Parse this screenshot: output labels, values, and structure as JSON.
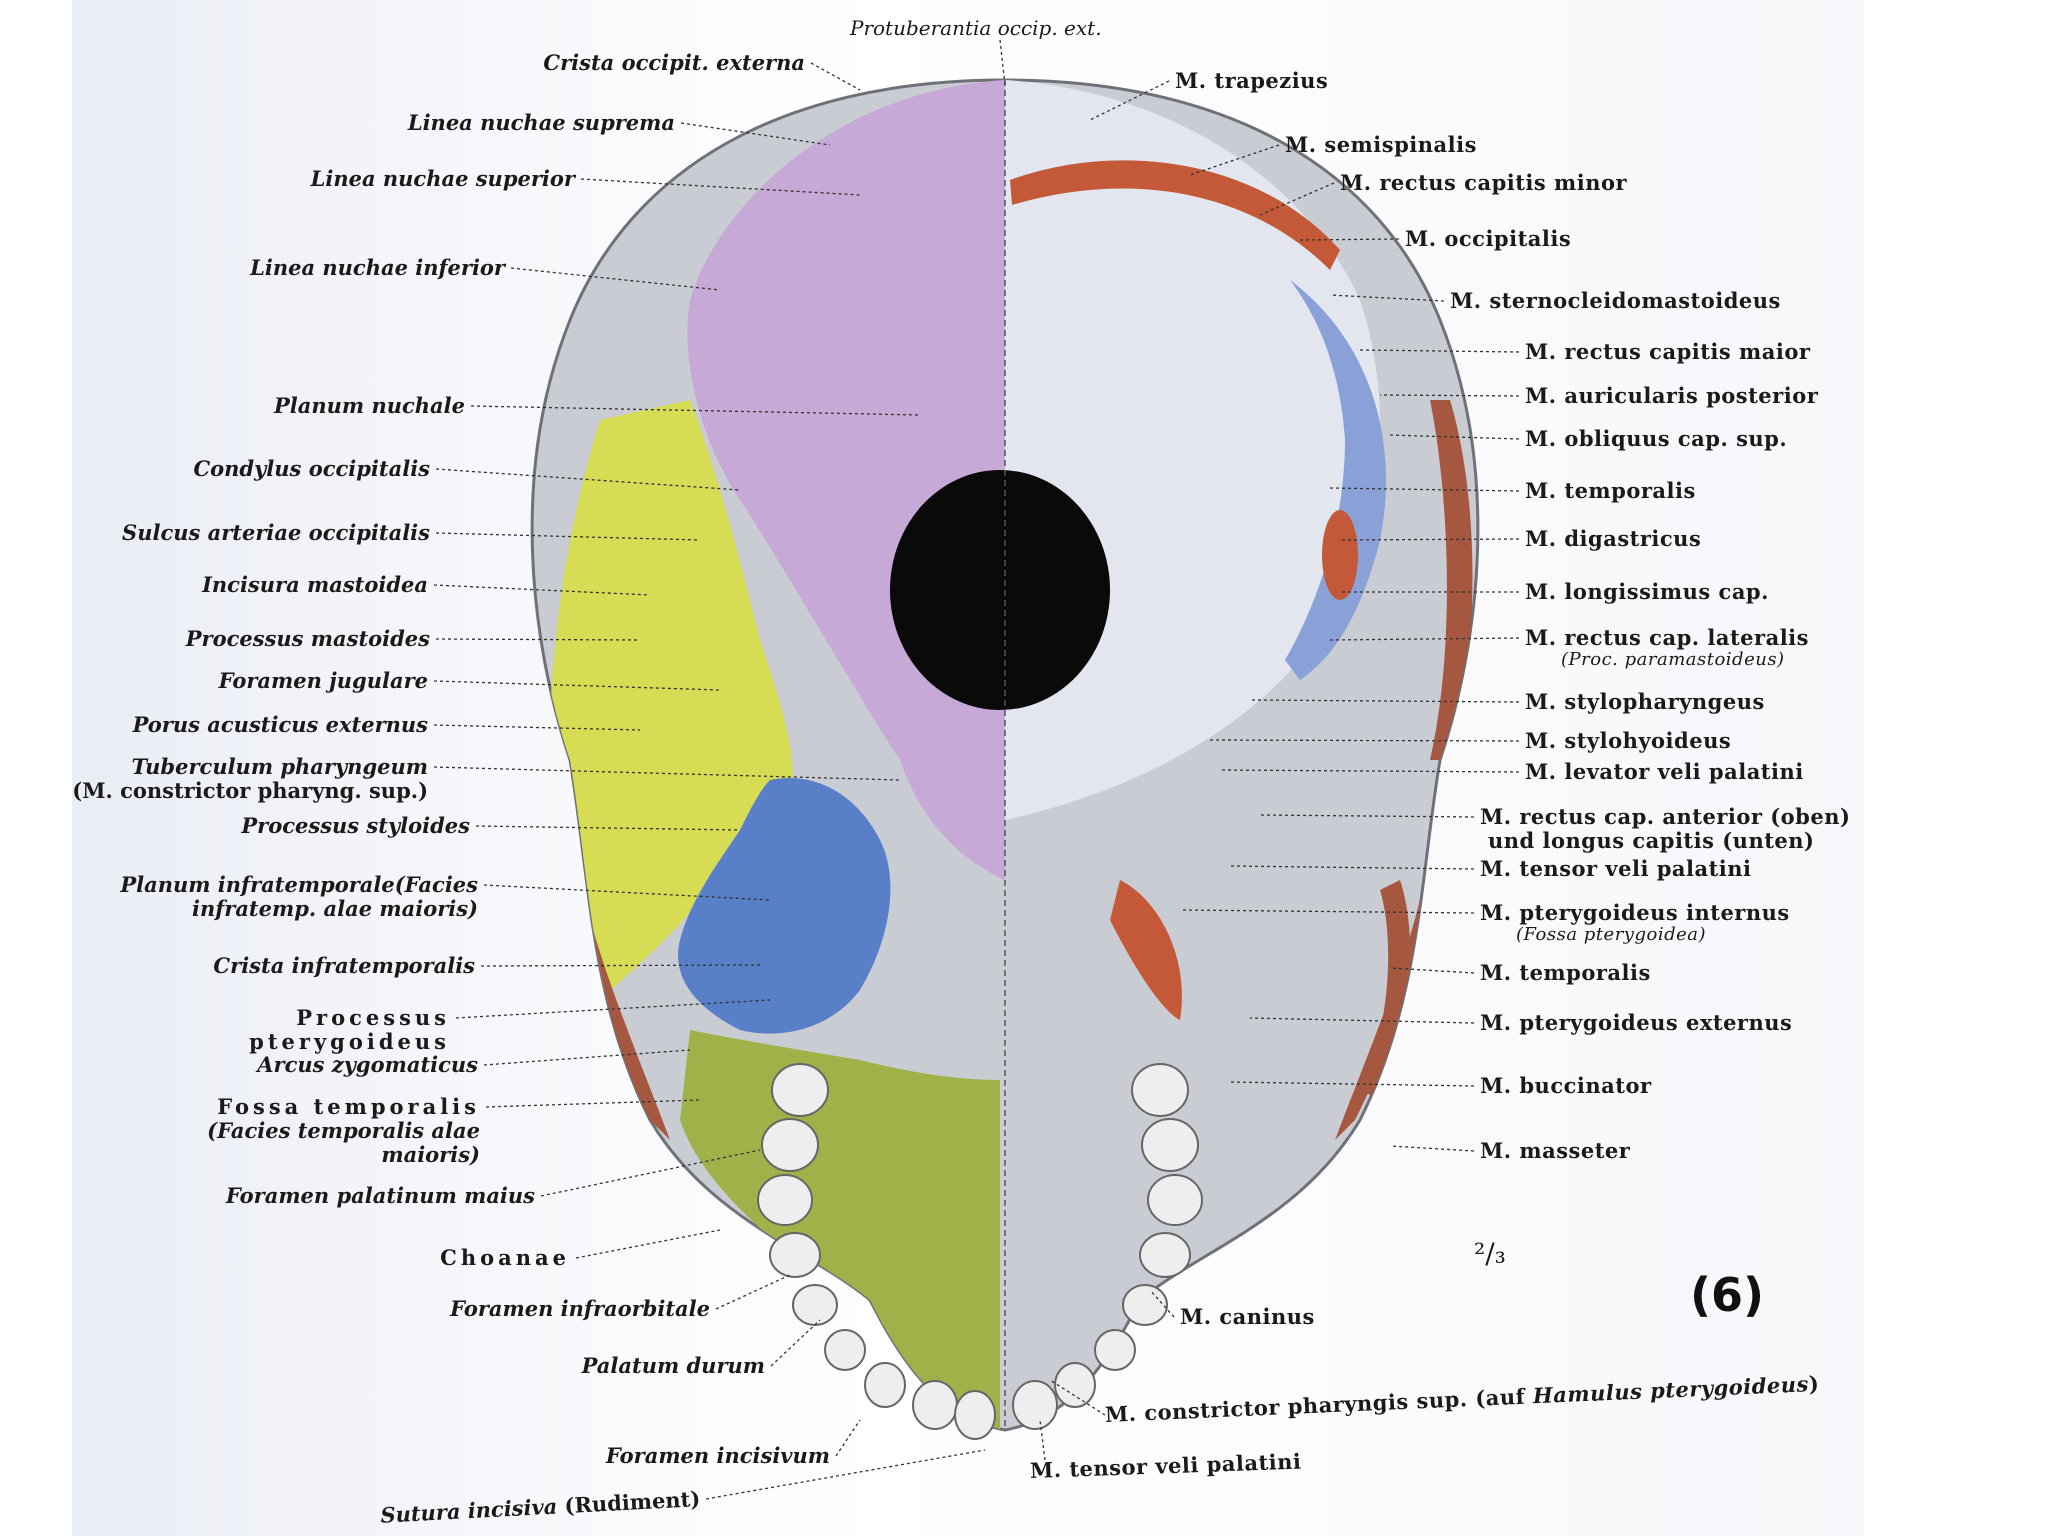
{
  "figure": {
    "top_label": "Protuberantia occip. ext.",
    "scale": "²/₃",
    "figure_number": "(6)"
  },
  "colors": {
    "occipital": "#c6a9d6",
    "temporal": "#d7dc55",
    "sphenoid": "#5a7fc9",
    "palatine": "#9fb24a",
    "zygomatic": "#a6573f",
    "muscle": "#c4593a",
    "bone_grey": "#c9cdd3"
  },
  "left_labels": [
    {
      "id": "crista-occipit-externa",
      "text": "Crista occipit. externa",
      "lines": 1
    },
    {
      "id": "linea-nuchae-suprema",
      "text": "Linea nuchae suprema",
      "lines": 1
    },
    {
      "id": "linea-nuchae-superior",
      "text": "Linea nuchae superior",
      "lines": 1
    },
    {
      "id": "linea-nuchae-inferior",
      "text": "Linea nuchae inferior",
      "lines": 1
    },
    {
      "id": "planum-nuchale",
      "text": "Planum nuchale",
      "lines": 1
    },
    {
      "id": "condylus-occipitalis",
      "text": "Condylus occipitalis",
      "lines": 1
    },
    {
      "id": "sulcus-arteriae-occipitalis",
      "text": "Sulcus arteriae occipitalis",
      "lines": 1
    },
    {
      "id": "incisura-mastoidea",
      "text": "Incisura mastoidea",
      "lines": 1
    },
    {
      "id": "processus-mastoides",
      "text": "Processus mastoides",
      "lines": 1
    },
    {
      "id": "foramen-jugulare",
      "text": "Foramen jugulare",
      "lines": 1
    },
    {
      "id": "porus-acusticus-externus",
      "text": "Porus acusticus externus",
      "lines": 1
    },
    {
      "id": "tuberculum-pharyngeum",
      "text": "Tuberculum pharyngeum",
      "text2": "(M. constrictor pharyng. sup.)"
    },
    {
      "id": "processus-styloides",
      "text": "Processus styloides",
      "lines": 1
    },
    {
      "id": "planum-infratemporale",
      "text": "Planum infratemporale(Facies",
      "text2": "infratemp. alae maioris)"
    },
    {
      "id": "crista-infratemporalis",
      "text": "Crista infratemporalis",
      "lines": 1
    },
    {
      "id": "processus-pterygoideus",
      "text": "Processus",
      "text2": "pterygoideus"
    },
    {
      "id": "arcus-zygomaticus",
      "text": "Arcus zygomaticus",
      "lines": 1
    },
    {
      "id": "fossa-temporalis",
      "text": "Fossa temporalis",
      "text2": "(Facies temporalis alae",
      "text3": "maioris)"
    },
    {
      "id": "foramen-palatinum-maius",
      "text": "Foramen palatinum maius",
      "lines": 1
    },
    {
      "id": "choanae",
      "text": "Choanae",
      "lines": 1
    },
    {
      "id": "foramen-infraorbitale",
      "text": "Foramen infraorbitale",
      "lines": 1
    },
    {
      "id": "palatum-durum",
      "text": "Palatum durum",
      "lines": 1
    },
    {
      "id": "foramen-incisivum",
      "text": "Foramen incisivum",
      "lines": 1
    },
    {
      "id": "sutura-incisiva",
      "text": "Sutura incisiva",
      "text2": " (Rudiment)"
    }
  ],
  "right_labels": [
    {
      "id": "m-trapezius",
      "text": "M. trapezius"
    },
    {
      "id": "m-semispinalis",
      "text": "M. semispinalis"
    },
    {
      "id": "m-rectus-capitis-minor",
      "text": "M. rectus capitis minor"
    },
    {
      "id": "m-occipitalis",
      "text": "M. occipitalis"
    },
    {
      "id": "m-sternocleidomastoideus",
      "text": "M. sternocleidomastoideus"
    },
    {
      "id": "m-rectus-capitis-maior",
      "text": "M. rectus capitis maior"
    },
    {
      "id": "m-auricularis-posterior",
      "text": "M. auricularis posterior"
    },
    {
      "id": "m-obliquus-cap-sup",
      "text": "M. obliquus cap. sup."
    },
    {
      "id": "m-temporalis-1",
      "text": "M. temporalis"
    },
    {
      "id": "m-digastricus",
      "text": "M. digastricus"
    },
    {
      "id": "m-longissimus-cap",
      "text": "M. longissimus cap."
    },
    {
      "id": "m-rectus-cap-lateralis",
      "text": "M. rectus cap. lateralis",
      "sub": "(Proc. paramastoideus)"
    },
    {
      "id": "m-stylopharyngeus",
      "text": "M. stylopharyngeus"
    },
    {
      "id": "m-stylohyoideus",
      "text": "M. stylohyoideus"
    },
    {
      "id": "m-levator-veli-palatini",
      "text": "M. levator veli palatini"
    },
    {
      "id": "m-rectus-cap-anterior",
      "text": "M. rectus cap. anterior (oben)",
      "text2": "und longus capitis (unten)"
    },
    {
      "id": "m-tensor-veli-palatini-1",
      "text": "M. tensor veli palatini"
    },
    {
      "id": "m-pterygoideus-internus",
      "text": "M. pterygoideus internus",
      "sub": "(Fossa pterygoidea)"
    },
    {
      "id": "m-temporalis-2",
      "text": "M. temporalis"
    },
    {
      "id": "m-pterygoideus-externus",
      "text": "M. pterygoideus externus"
    },
    {
      "id": "m-buccinator",
      "text": "M. buccinator"
    },
    {
      "id": "m-masseter",
      "text": "M. masseter"
    },
    {
      "id": "m-caninus",
      "text": "M. caninus"
    }
  ],
  "bottom_labels": {
    "constrictor": "M. constrictor pharyngis sup. (auf ",
    "constrictor_italic": "Hamulus pterygoideus",
    "constrictor_end": ")",
    "tensor": "M. tensor veli palatini"
  }
}
